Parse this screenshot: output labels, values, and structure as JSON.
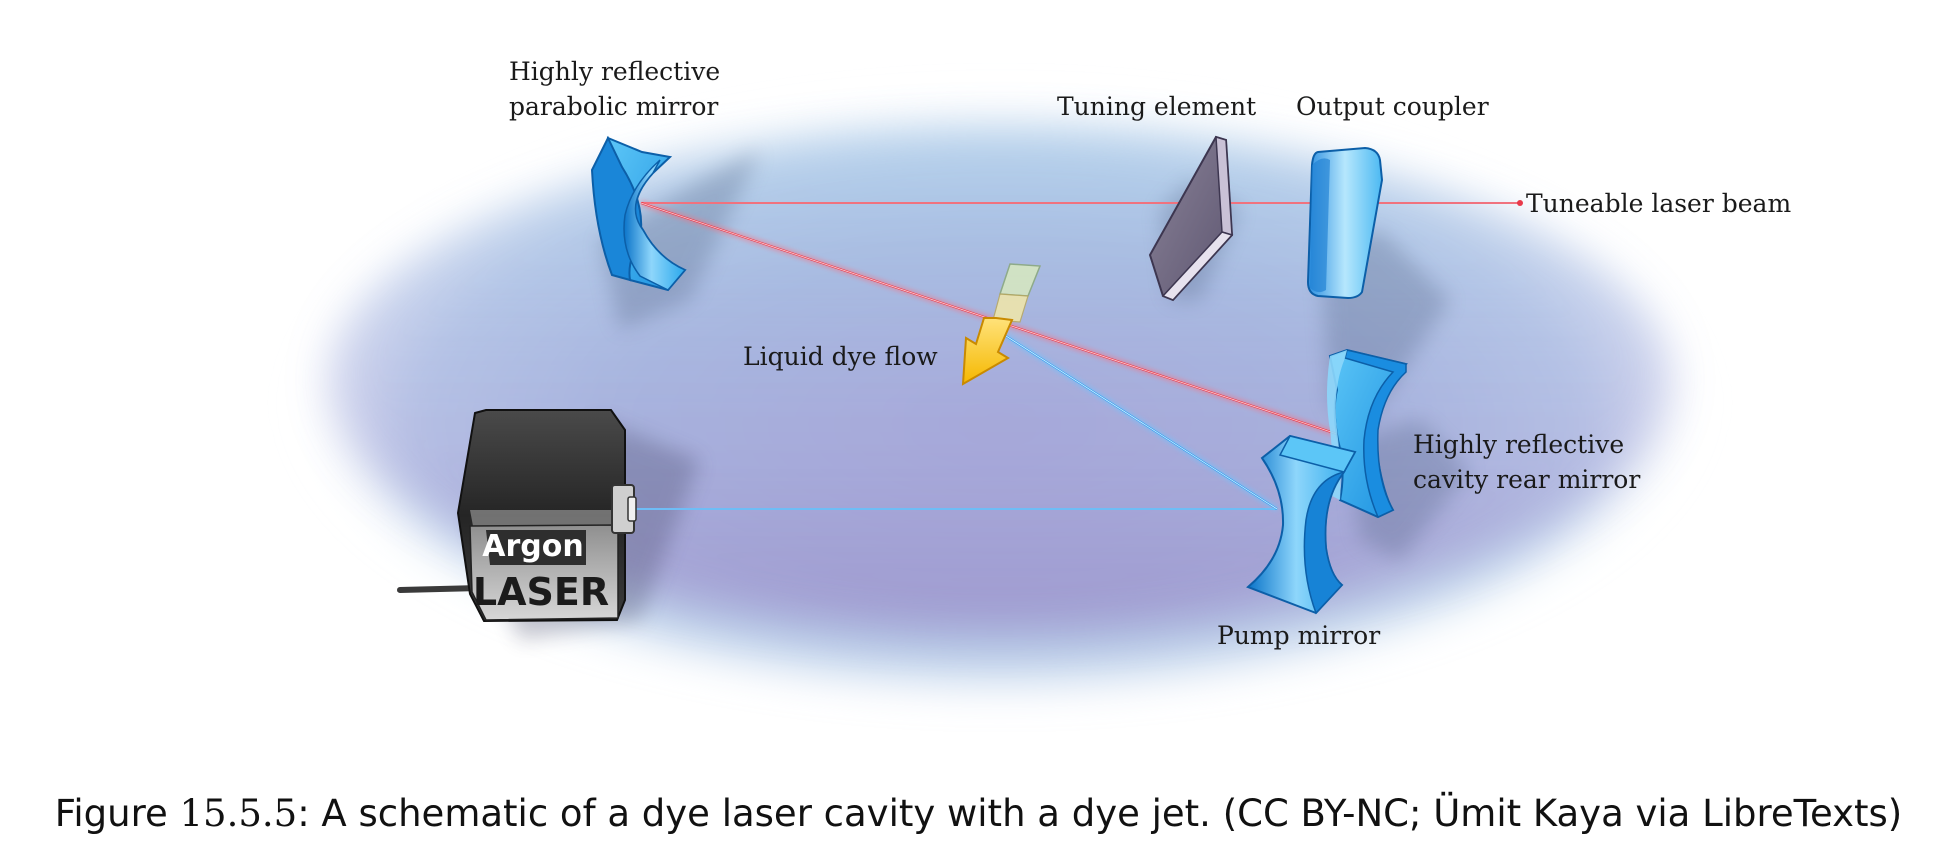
{
  "labels": {
    "parabolic_mirror_line1": "Highly reflective",
    "parabolic_mirror_line2": "parabolic mirror",
    "tuning_element": "Tuning element",
    "output_coupler": "Output coupler",
    "tuneable_beam": "Tuneable laser beam",
    "liquid_dye_flow": "Liquid dye flow",
    "rear_mirror_line1": "Highly reflective",
    "rear_mirror_line2": "cavity rear mirror",
    "pump_mirror": "Pump mirror",
    "laser_line1": "Argon",
    "laser_line2": "LASER"
  },
  "caption": {
    "prefix": "Figure ",
    "number": "15.5.5",
    "text": ": A schematic of a dye laser cavity with a dye jet. (CC BY-NC; Ümit Kaya via LibreTexts)"
  },
  "colors": {
    "mirror_blue": "#2aa8ec",
    "red_beam": "#e8394a",
    "blue_beam": "#2e9ef0",
    "dye_arrow": "#f5c200"
  }
}
